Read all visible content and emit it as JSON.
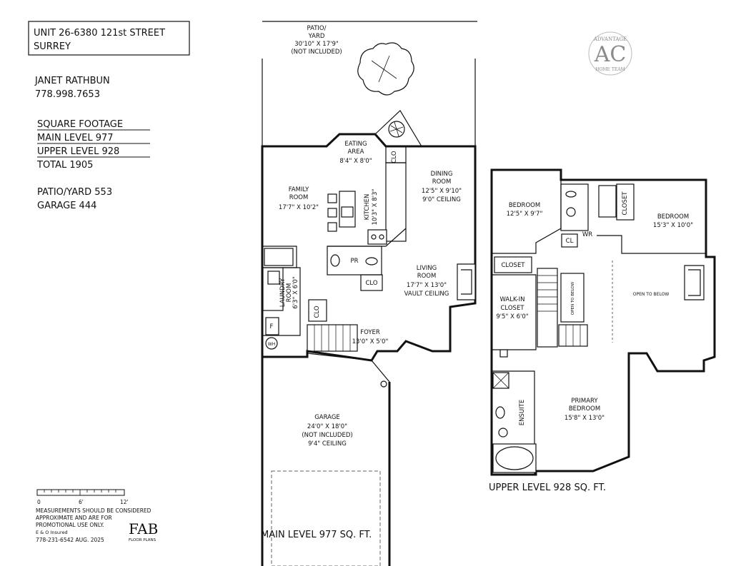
{
  "header": {
    "address_line1": "UNIT 26-6380 121st STREET",
    "address_line2": "SURREY",
    "agent_name": "JANET RATHBUN",
    "agent_phone": "778.998.7653"
  },
  "summary": {
    "heading": "SQUARE FOOTAGE",
    "main_level": "MAIN LEVEL 977",
    "upper_level": "UPPER LEVEL 928",
    "total": "TOTAL 1905",
    "patio_yard": "PATIO/YARD 553",
    "garage": "GARAGE 444"
  },
  "logo": {
    "top_text": "ADVANTAGE",
    "monogram": "AC",
    "bottom_text": "HOME TEAM"
  },
  "main_level": {
    "title": "MAIN LEVEL 977 SQ. FT.",
    "rooms": {
      "patio": [
        "PATIO/",
        "YARD",
        "30'10\" X 17'9\"",
        "(NOT INCLUDED)"
      ],
      "eating": [
        "EATING",
        "AREA",
        "8'4\" X 8'0\""
      ],
      "dining": [
        "DINING",
        "ROOM",
        "12'5\" X 9'10\"",
        "9'0\" CEILING"
      ],
      "family": [
        "FAMILY",
        "ROOM",
        "17'7\" X 10'2\""
      ],
      "kitchen": [
        "KITCHEN",
        "10'3\" X 8'3\""
      ],
      "living": [
        "LIVING",
        "ROOM",
        "17'7\" X 13'0\"",
        "VAULT CEILING"
      ],
      "laundry": [
        "LAUNDRY",
        "ROOM",
        "6'3\" X 6'0\""
      ],
      "foyer": [
        "FOYER",
        "13'0\" X 5'0\""
      ],
      "garage": [
        "GARAGE",
        "24'0\" X 18'0\"",
        "(NOT INCLUDED)",
        "9'4\" CEILING"
      ],
      "pr": "PR",
      "clo_eating": "CLO",
      "clo_pr": "CLO",
      "clo_foyer": "CLO",
      "f_label": "F",
      "wh_label": "WH"
    }
  },
  "upper_level": {
    "title": "UPPER LEVEL 928 SQ. FT.",
    "rooms": {
      "bedroom1": [
        "BEDROOM",
        "12'5\" X 9'7\""
      ],
      "bedroom2": [
        "BEDROOM",
        "15'3\" X 10'0\""
      ],
      "closet_bed1": "CLOSET",
      "closet_bed2": "CLOSET",
      "walkin": [
        "WALK-IN",
        "CLOSET",
        "9'5\" X 6'0\""
      ],
      "primary": [
        "PRIMARY",
        "BEDROOM",
        "15'8\" X 13'0\""
      ],
      "ensuite": "ENSUITE",
      "wr": "WR",
      "cl": "CL",
      "open_below_stair": "OPEN TO BELOW",
      "open_below_living": "OPEN TO BELOW"
    }
  },
  "scale": {
    "ticks": [
      "0",
      "6'",
      "12'"
    ]
  },
  "disclaimer": {
    "lines": [
      "MEASUREMENTS SHOULD BE CONSIDERED",
      "APPROXIMATE AND ARE FOR",
      "PROMOTIONAL USE ONLY.",
      "E & O Insured"
    ],
    "contact": "778-231-6542  AUG. 2025"
  },
  "brand": {
    "mark": "FAB",
    "sub": "FLOOR PLANS"
  }
}
